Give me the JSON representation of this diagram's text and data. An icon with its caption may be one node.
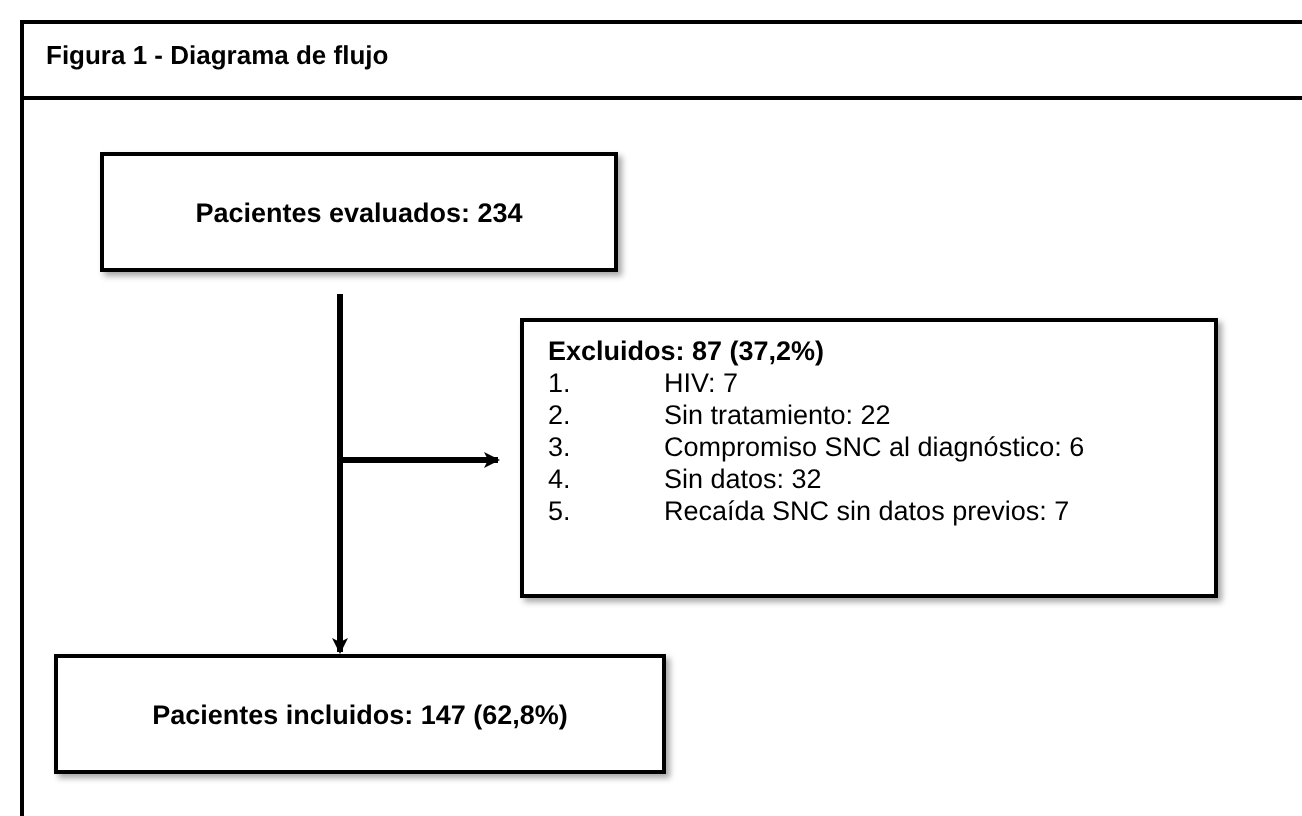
{
  "diagram": {
    "title": "Figura 1 - Diagrama de flujo",
    "nodes": [
      {
        "text": [
          "Pacientes evaluados: 234"
        ]
      },
      {
        "text": [
          "Excluidos: 87 (37,2%)",
          "1.",
          "HIV: 7",
          "2.",
          "Sin tratamiento: 22",
          "3.",
          "Compromiso SNC al diagnóstico: 6",
          "4.",
          "Sin datos: 32",
          "5.",
          "Recaída SNC sin datos previos: 7"
        ]
      },
      {
        "text": [
          "Pacientes incluidos: 147 (62,8%)"
        ]
      }
    ],
    "edges": [
      {
        "from": 0,
        "to": 2,
        "arrow": "to"
      },
      {
        "from": 0,
        "to": 1,
        "arrow": "to"
      }
    ]
  }
}
